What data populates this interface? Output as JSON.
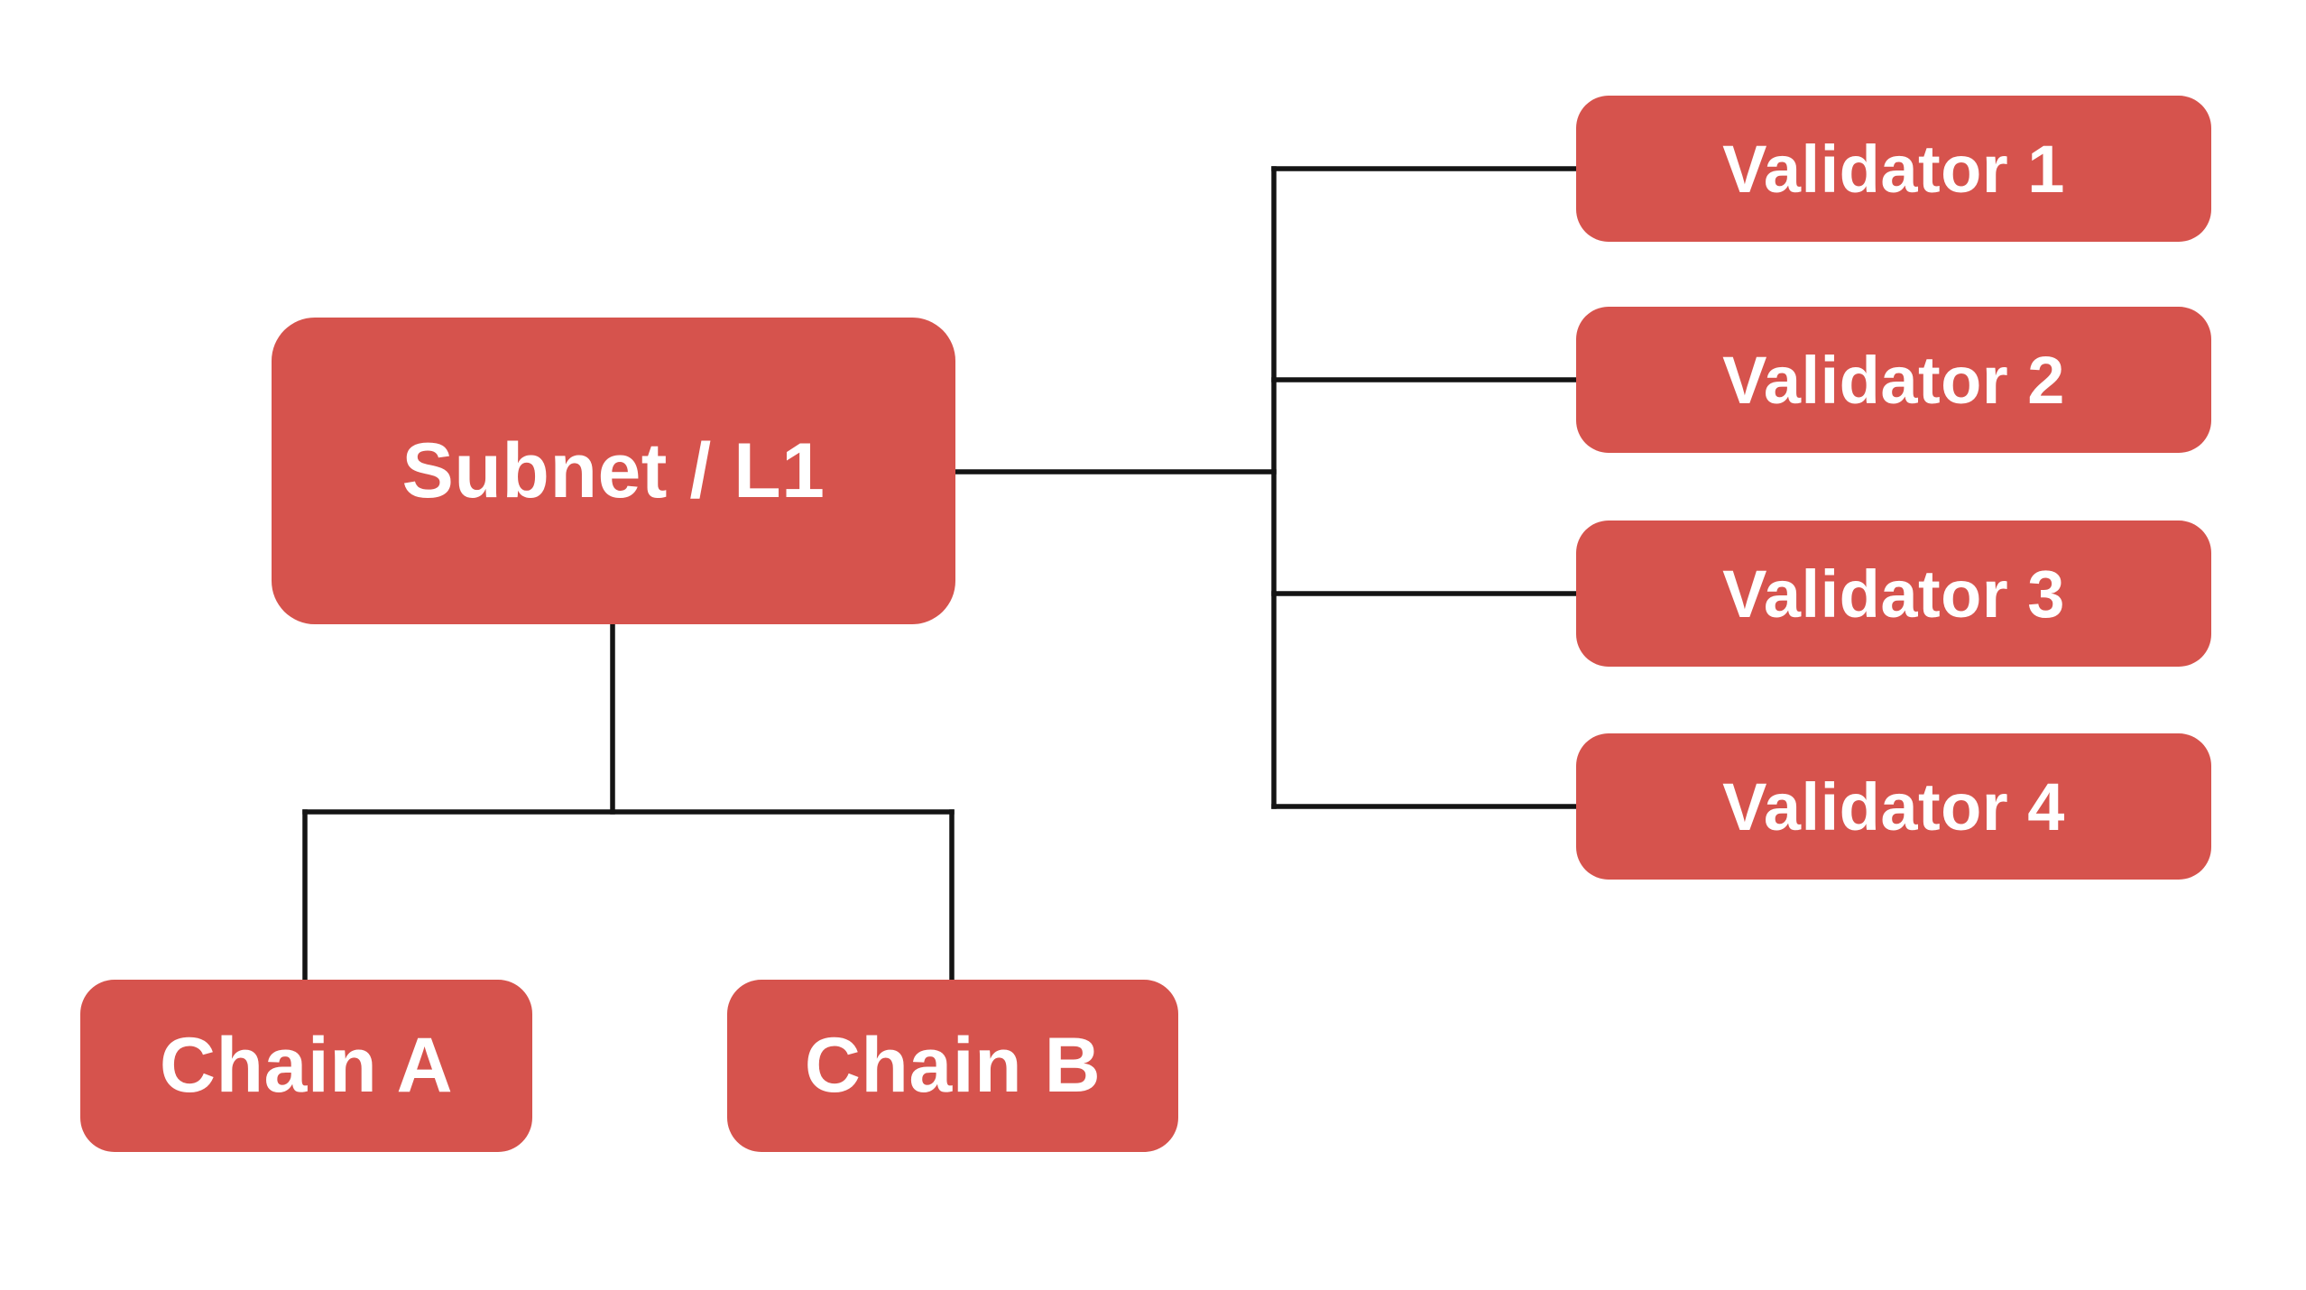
{
  "diagram": {
    "nodes": {
      "subnet": {
        "label": "Subnet / L1"
      },
      "validator_1": {
        "label": "Validator 1"
      },
      "validator_2": {
        "label": "Validator 2"
      },
      "validator_3": {
        "label": "Validator 3"
      },
      "validator_4": {
        "label": "Validator 4"
      },
      "chain_a": {
        "label": "Chain A"
      },
      "chain_b": {
        "label": "Chain B"
      }
    },
    "edges": [
      {
        "from": "Subnet / L1",
        "to": "Validator 1"
      },
      {
        "from": "Subnet / L1",
        "to": "Validator 2"
      },
      {
        "from": "Subnet / L1",
        "to": "Validator 3"
      },
      {
        "from": "Subnet / L1",
        "to": "Validator 4"
      },
      {
        "from": "Subnet / L1",
        "to": "Chain A"
      },
      {
        "from": "Subnet / L1",
        "to": "Chain B"
      }
    ],
    "colors": {
      "node_fill": "#d6534d",
      "node_text": "#ffffff",
      "connector": "#141414",
      "background": "#ffffff"
    }
  }
}
